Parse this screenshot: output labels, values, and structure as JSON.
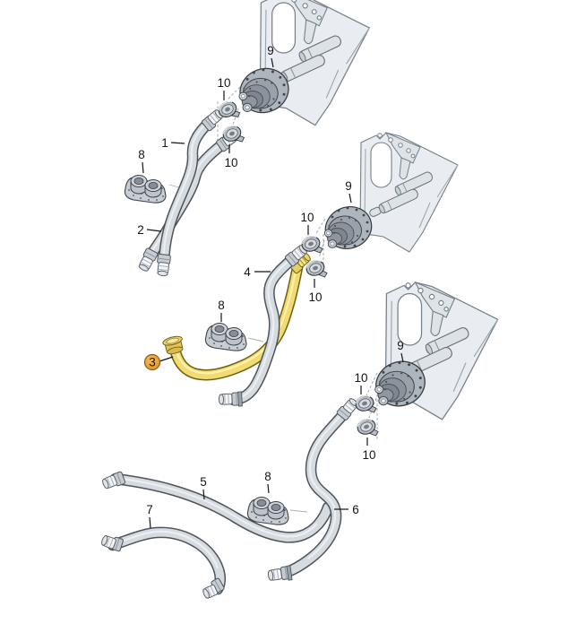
{
  "diagram": {
    "kind": "exploded-parts-diagram-coolant-hoses",
    "highlighted_part": "3",
    "colors": {
      "background": "#ffffff",
      "hose_fill": "#d6dbe0",
      "hose_outline": "#4d545b",
      "highlight_hose_fill": "#f3db74",
      "highlight_hose_outline": "#6e6212",
      "block_fill": "#e9edf1",
      "block_line": "#76808a",
      "callout_circle_fill": "#eba437",
      "callout_circle_stroke": "#8a5f14",
      "label_color": "#141414"
    },
    "callouts": [
      {
        "part": "hose-1",
        "text": "1",
        "highlighted": false
      },
      {
        "part": "hose-2",
        "text": "2",
        "highlighted": false
      },
      {
        "part": "hose-3",
        "text": "3",
        "highlighted": true
      },
      {
        "part": "hose-4",
        "text": "4",
        "highlighted": false
      },
      {
        "part": "hose-5",
        "text": "5",
        "highlighted": false
      },
      {
        "part": "hose-6",
        "text": "6",
        "highlighted": false
      },
      {
        "part": "hose-7",
        "text": "7",
        "highlighted": false
      },
      {
        "part": "flange-8-top",
        "text": "8",
        "highlighted": false
      },
      {
        "part": "flange-8-middle",
        "text": "8",
        "highlighted": false
      },
      {
        "part": "flange-8-bottom",
        "text": "8",
        "highlighted": false
      },
      {
        "part": "disc-9-top",
        "text": "9",
        "highlighted": false
      },
      {
        "part": "disc-9-middle",
        "text": "9",
        "highlighted": false
      },
      {
        "part": "disc-9-bottom",
        "text": "9",
        "highlighted": false
      },
      {
        "part": "clamp-10-a1",
        "text": "10",
        "highlighted": false
      },
      {
        "part": "clamp-10-a2",
        "text": "10",
        "highlighted": false
      },
      {
        "part": "clamp-10-b1",
        "text": "10",
        "highlighted": false
      },
      {
        "part": "clamp-10-b2",
        "text": "10",
        "highlighted": false
      },
      {
        "part": "clamp-10-c1",
        "text": "10",
        "highlighted": false
      },
      {
        "part": "clamp-10-c2",
        "text": "10",
        "highlighted": false
      }
    ]
  }
}
